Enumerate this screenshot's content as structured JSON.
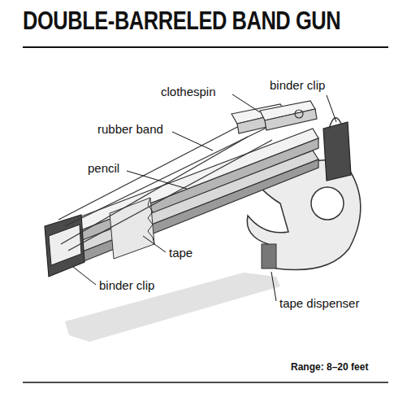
{
  "diagram": {
    "title": "DOUBLE-BARRELED BAND GUN",
    "labels": [
      "clothespin",
      "binder clip",
      "rubber band",
      "pencil",
      "tape",
      "binder clip",
      "tape dispenser",
      "Range: 8–20 feet"
    ]
  }
}
